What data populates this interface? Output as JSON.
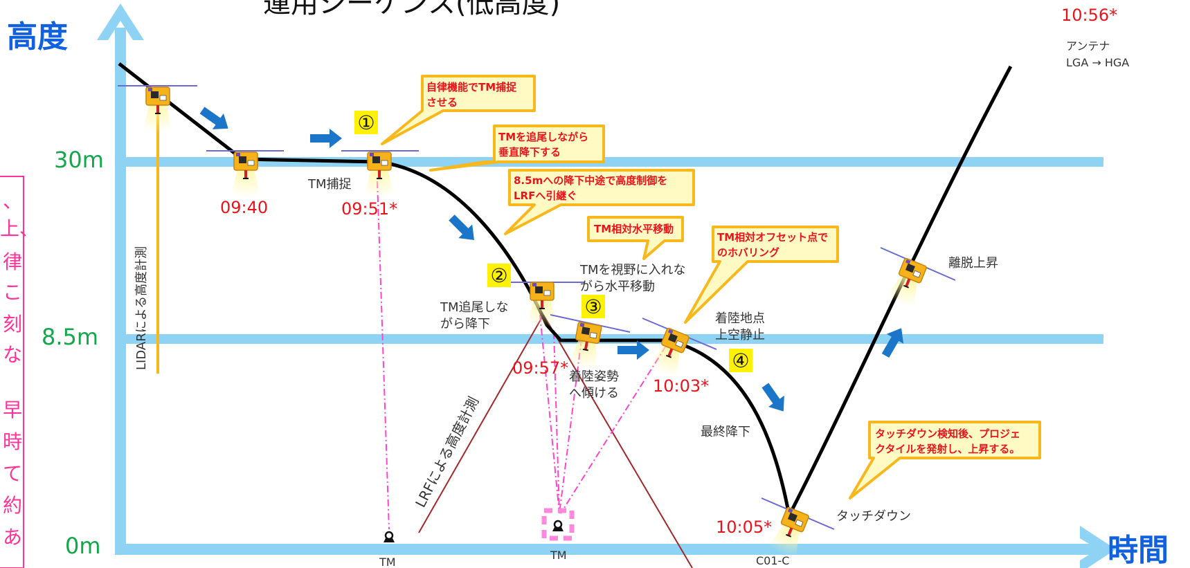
{
  "title": "運用シーケンス(低高度)",
  "axes": {
    "y_label": "高度",
    "x_label": "時間",
    "ticks": [
      "30m",
      "8.5m",
      "0m"
    ]
  },
  "markers": [
    "①",
    "②",
    "③",
    "④"
  ],
  "times": {
    "t1": "09:40",
    "t2": "09:51*",
    "t3": "09:57*",
    "t4": "10:03*",
    "t5": "10:05*",
    "t6": "10:56*"
  },
  "antenna": {
    "line1": "アンテナ",
    "line2": "LGA → HGA"
  },
  "callouts": {
    "c1": [
      "自律機能でTM捕捉",
      "させる"
    ],
    "c2": [
      "TMを追尾しながら",
      "垂直降下する"
    ],
    "c3": [
      "8.5mへの降下中途で高度制御を",
      "LRFへ引継ぐ"
    ],
    "c4": [
      "TM相対水平移動"
    ],
    "c5": [
      "TM相対オフセット点で",
      "のホバリング"
    ],
    "c6": [
      "タッチダウン検知後、プロジェ",
      "クタイルを発射し、上昇する。"
    ]
  },
  "labels": {
    "tm_capture": "TM捕捉",
    "lidar": "LIDARによる高度計測",
    "lrf": "LRFによる高度計測",
    "tm_track": [
      "TM追尾しな",
      "がら降下"
    ],
    "tm_view": [
      "TMを視野に入れな",
      "がら水平移動"
    ],
    "hover": [
      "着陸地点",
      "上空静止"
    ],
    "tilt": [
      "着陸姿勢",
      "へ傾ける"
    ],
    "final": "最終降下",
    "touchdown": "タッチダウン",
    "ascent": "離脱上昇",
    "tm_a": "TM",
    "tm_b": "TM",
    "c01": "C01-C"
  },
  "side_note": [
    "、",
    "上、",
    "律",
    "こ",
    "刻",
    "な",
    "",
    "早",
    "時",
    "て",
    "約",
    "あ"
  ],
  "colors": {
    "axis": "#8fd3f4",
    "curve": "#000000",
    "arrow": "#1b75c9",
    "callout_fill": "#fff9c4",
    "callout_border": "#f6b81c",
    "callout_text": "#e8141c",
    "time_text": "#e8141c",
    "tick_text": "#13a74b",
    "axis_label": "#1060e0",
    "lidar_line": "#f6b81c",
    "lrf_line": "#a0282a",
    "tm_beam": "#ff44cc",
    "side_border": "#ff3399"
  },
  "icons": [
    "spacecraft-icon",
    "target-marker-icon",
    "flow-arrow-icon"
  ]
}
